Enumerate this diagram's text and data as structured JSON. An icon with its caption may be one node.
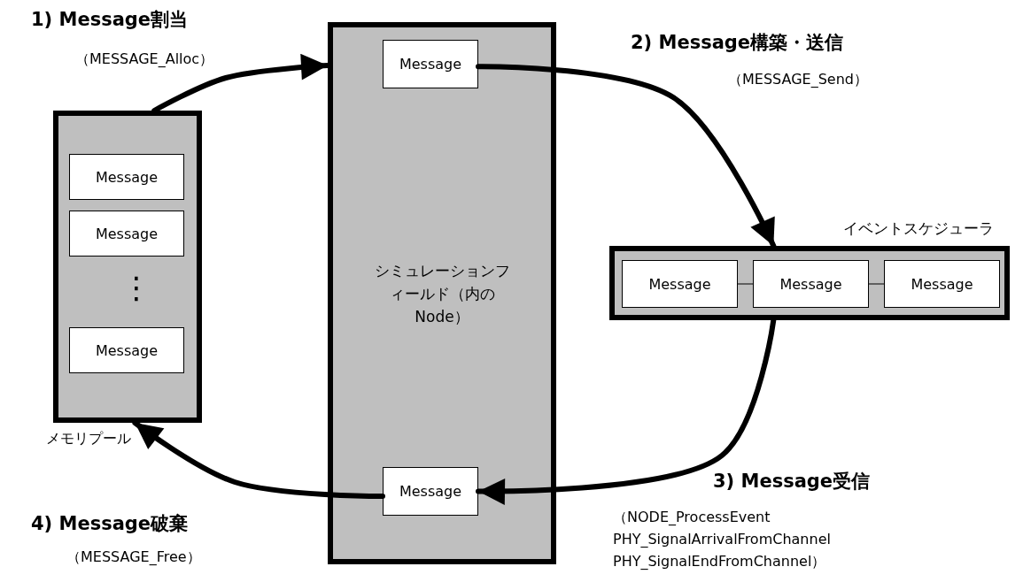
{
  "diagram": {
    "nodes": [
      {
        "text": [
          "メモリプール"
        ]
      },
      {
        "text": [
          "Message"
        ],
        "in": 0
      },
      {
        "text": [
          "Message"
        ],
        "in": 0
      },
      {
        "text": [
          "Message"
        ],
        "in": 0
      },
      {
        "text": [
          "シミュレーションフィールド（内のNode）"
        ]
      },
      {
        "text": [
          "Message"
        ],
        "in": 4
      },
      {
        "text": [
          "Message"
        ],
        "in": 4
      },
      {
        "text": [
          "イベントスケジューラ"
        ]
      },
      {
        "text": [
          "Message"
        ],
        "in": 7
      },
      {
        "text": [
          "Message"
        ],
        "in": 7
      },
      {
        "text": [
          "Message"
        ],
        "in": 7
      }
    ],
    "edges": [
      {
        "from": 0,
        "to": 4,
        "arrow": "to"
      },
      {
        "from": 5,
        "to": 7,
        "arrow": "to"
      },
      {
        "from": 7,
        "to": 6,
        "arrow": "to"
      },
      {
        "from": 6,
        "to": 0,
        "arrow": "to"
      },
      {
        "from": 8,
        "to": 9,
        "arrow": "none"
      },
      {
        "from": 9,
        "to": 10,
        "arrow": "none"
      }
    ],
    "labels": [
      "1) Message割当",
      "（MESSAGE_Alloc）",
      "2) Message構築・送信",
      "（MESSAGE_Send）",
      "⋮",
      "3) Message受信",
      "（NODE_ProcessEvent PHY_SignalArrivalFromChannel PHY_SignalEndFromChannel）",
      "4) Message破棄",
      "（MESSAGE_Free）"
    ]
  }
}
